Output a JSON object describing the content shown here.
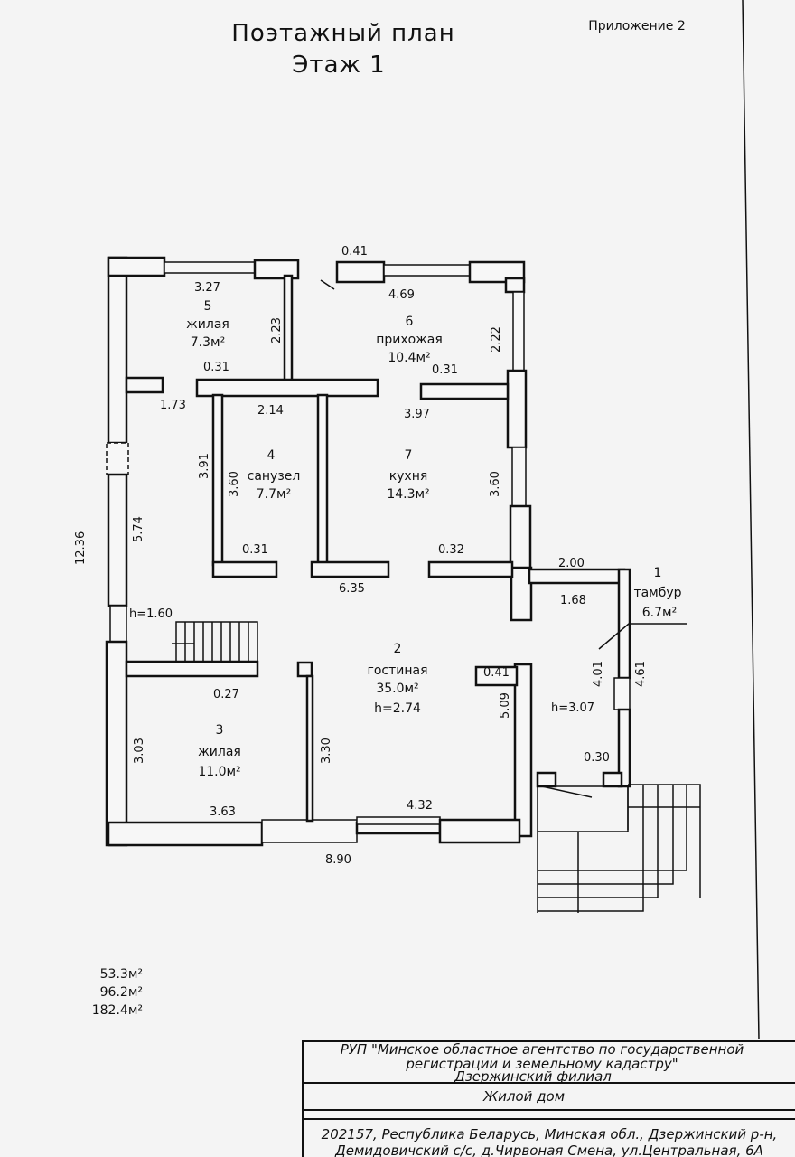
{
  "header": {
    "title": "Поэтажный план",
    "floor": "Этаж 1",
    "appendix": "Приложение 2"
  },
  "rooms": [
    {
      "num": "1",
      "name": "тамбур",
      "area": "6.7м²"
    },
    {
      "num": "2",
      "name": "гостиная",
      "area": "35.0м²",
      "height": "h=2.74"
    },
    {
      "num": "3",
      "name": "жилая",
      "area": "11.0м²"
    },
    {
      "num": "4",
      "name": "санузел",
      "area": "7.7м²"
    },
    {
      "num": "5",
      "name": "жилая",
      "area": "7.3м²"
    },
    {
      "num": "6",
      "name": "прихожая",
      "area": "10.4м²"
    },
    {
      "num": "7",
      "name": "кухня",
      "area": "14.3м²"
    }
  ],
  "dimensions": [
    "0.41",
    "3.27",
    "4.69",
    "2.23",
    "2.22",
    "0.31",
    "0.31",
    "1.73",
    "2.14",
    "3.97",
    "3.91",
    "3.60",
    "3.60",
    "5.74",
    "12.36",
    "0.31",
    "0.32",
    "6.35",
    "2.00",
    "1.68",
    "h=1.60",
    "4.01",
    "4.61",
    "0.41",
    "0.27",
    "5.09",
    "h=3.07",
    "3.03",
    "3.30",
    "0.30",
    "3.63",
    "4.32",
    "8.90"
  ],
  "totals": [
    "53.3м²",
    "96.2м²",
    "182.4м²"
  ],
  "title_block": {
    "org_line1": "РУП \"Минское областное агентство по государственной",
    "org_line2": "регистрации и земельному кадастру\"",
    "branch": "Дзержинский филиал",
    "object": "Жилой дом",
    "address_line1": "202157, Республика Беларусь, Минская обл., Дзержинский р-н,",
    "address_line2": "Демидовичский с/с, д.Чирвоная Смена, ул.Центральная, 6А"
  }
}
